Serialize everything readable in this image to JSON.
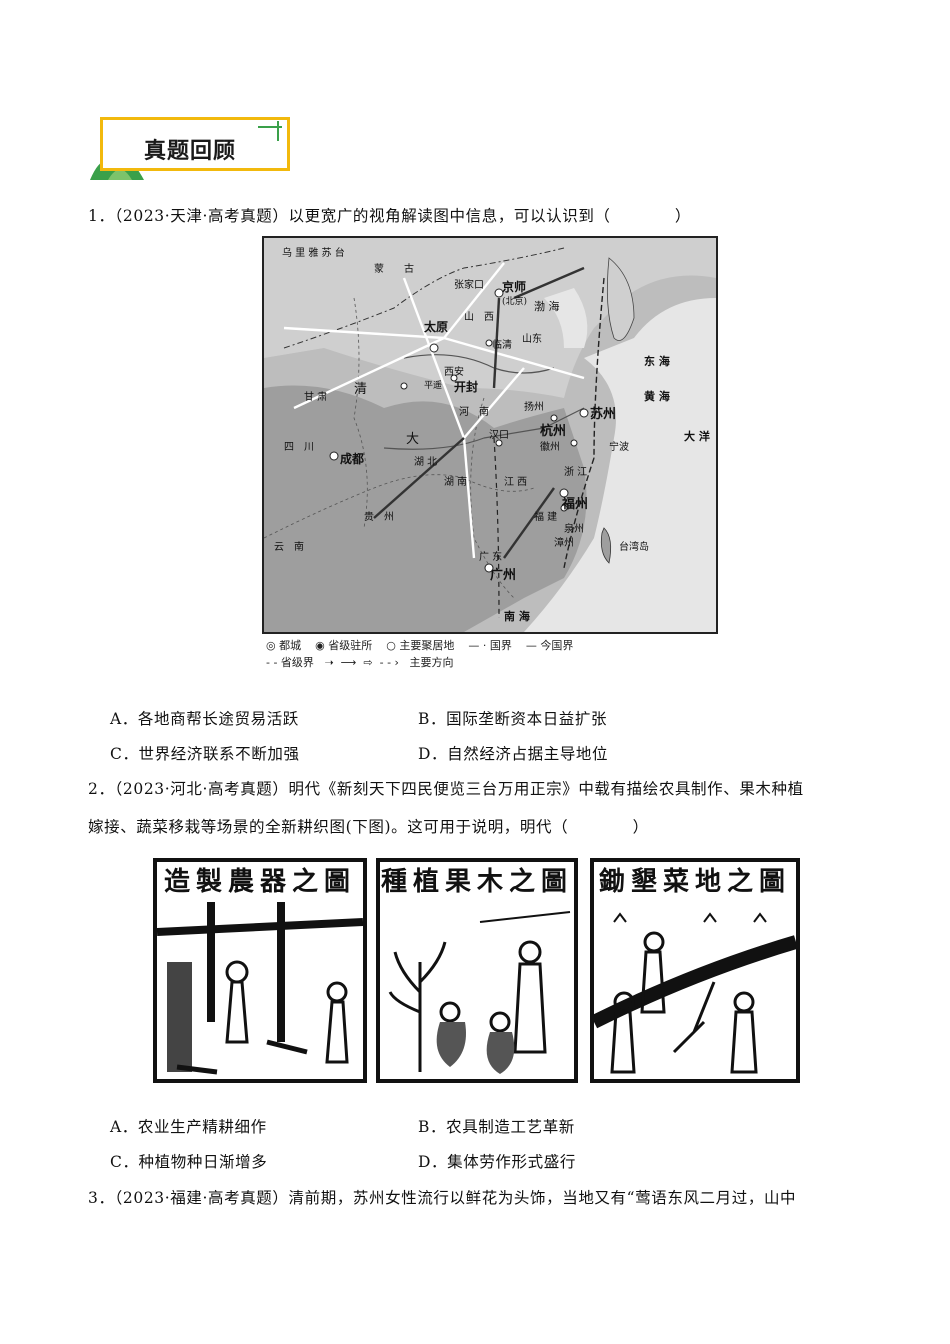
{
  "header": {
    "title": "真题回顾"
  },
  "q1": {
    "stem": "1．（2023·天津·高考真题）以更宽广的视角解读图中信息，可以认识到（　　　　）",
    "options": [
      {
        "label": "A．各地商帮长途贸易活跃"
      },
      {
        "label": "B．国际垄断资本日益扩张"
      },
      {
        "label": "C．世界经济联系不断加强"
      },
      {
        "label": "D．自然经济占据主导地位"
      }
    ]
  },
  "map": {
    "places": {
      "wulisutai": "乌 里 雅 苏 台",
      "menggu": "蒙　　古",
      "zhangjiakou": "张家口",
      "jingshi": "京师",
      "beijing": "(北京)",
      "taiyuan": "太原",
      "shanxi": "山　西",
      "shandong": "山东",
      "linqing": "临清",
      "xian": "西安",
      "pingyao": "平遥",
      "kaifeng": "开封",
      "henan": "河　南",
      "huizhou": "徽州",
      "yangzhou": "扬州",
      "suzhou": "苏州",
      "hangzhou": "杭州",
      "ningbo": "宁波",
      "hankou": "汉口",
      "chengdu": "成都",
      "sichuan": "四　川",
      "fuzhou": "福州",
      "quanzhou": "泉州",
      "zhangzhou": "漳州",
      "guangzhou": "广州",
      "taiwan": "台湾岛",
      "guizhou": "贵　州",
      "yunnan": "云　南",
      "hubei": "湖 北",
      "hunan": "湖 南",
      "jiangxi": "江 西",
      "zhejiang": "浙 江",
      "fujian": "福 建",
      "guangdong": "广 东",
      "donghai": "东 海",
      "nanhai": "南 海",
      "bohai": "渤 海",
      "huanghai": "黄 海",
      "dayang": "大 洋",
      "qing": "清",
      "gansu": "甘 肃",
      "da": "大"
    },
    "legend": {
      "capital": "◎ 都城",
      "provincial": "◉ 省级驻所",
      "settlement": "○ 主要聚居地",
      "border": "— · 国界",
      "modern_border": "— 今国界",
      "province_border": "- - 省级界",
      "direction": "主要方向"
    }
  },
  "q2": {
    "stem_line1": "2．（2023·河北·高考真题）明代《新刻天下四民便览三台万用正宗》中载有描绘农具制作、果木种植",
    "stem_line2": "嫁接、蔬菜移栽等场景的全新耕织图(下图)。这可用于说明，明代（　　　　）",
    "panels": [
      {
        "caption": "造製農器之圖"
      },
      {
        "caption": "種植果木之圖"
      },
      {
        "caption": "鋤墾菜地之圖"
      }
    ],
    "options": [
      {
        "label": "A．农业生产精耕细作"
      },
      {
        "label": "B．农具制造工艺革新"
      },
      {
        "label": "C．种植物种日渐增多"
      },
      {
        "label": "D．集体劳作形式盛行"
      }
    ]
  },
  "q3": {
    "stem": "3．（2023·福建·高考真题）清前期，苏州女性流行以鲜花为头饰，当地又有“莺语东风二月过，山中"
  }
}
